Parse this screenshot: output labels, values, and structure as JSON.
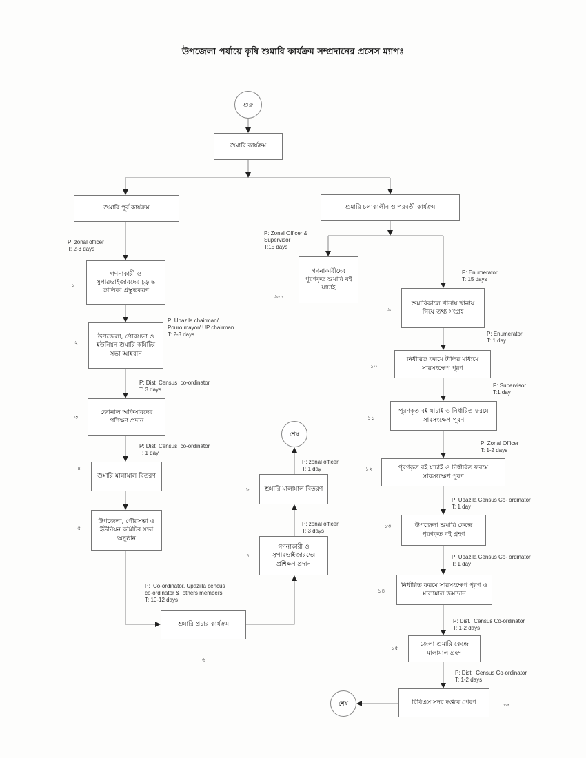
{
  "title": "উপজেলা পর্যায়ে কৃষি শুমারি কার্যক্রম সম্প্রদানের প্রসেস ম্যাপঃ",
  "start": "শুরু",
  "end": "শেষ",
  "root": "শুমারি কার্যক্রম",
  "pre": {
    "title": "শুমারি পূর্ব কার্যক্রম",
    "steps": [
      {
        "num": "১",
        "text": "গণনাকারী ও সুপারভাইজারদের চূড়ান্ত তালিকা প্রস্তুতকরণ",
        "note": "P: zonal officer\nT: 2-3 days"
      },
      {
        "num": "২",
        "text": "উপজেলা, পৌরসভা ও ইউনিয়ন শুমারি কমিটির সভা আহবান",
        "note": "P: Upazila chairman/\nPouro mayor/ UP chairman\nT: 2-3 days"
      },
      {
        "num": "৩",
        "text": "জোনাল অফিসারদের প্রশিক্ষণ প্রদান",
        "note": "P: Dist. Census  co-ordinator\nT: 3 days"
      },
      {
        "num": "৪",
        "text": "শুমারি মালামাল বিতরণ",
        "note": "P: Dist. Census  co-ordinator\nT: 1 day"
      },
      {
        "num": "৫",
        "text": "উপজেলা, পৌরসভা ও ইউনিয়ন কমিটির সভা অনুষ্ঠান"
      },
      {
        "text": "শুমারি প্রচার কার্যক্রম",
        "note": "P:  Co-ordinator, Upazilla cencus\nco-ordinator &  others members\nT: 10-12 days"
      },
      {
        "num": "৭",
        "text": "গণনাকারী ও সুপারভাইজারদের প্রশিক্ষণ প্রদান",
        "note": "P: zonal officer\nT: 3 days"
      },
      {
        "num": "৮",
        "text": "শুমারি মালামাল বিতরণ",
        "note": "P: zonal officer\nT: 1 day"
      }
    ]
  },
  "during": {
    "title": "শুমারি চলাকালীন  ও পরবর্তী কার্যক্রম",
    "side": {
      "num": "৯-১",
      "text": "গণনাকারীদের পূরণকৃত শুমারি বই যাচাই",
      "note": "P: Zonal Officer &\nSupervisor\nT:15 days"
    },
    "steps": [
      {
        "num": "৯",
        "text": "শুমারিকালে খানায় খানায় গিয়ে তথ্য সংগ্রহ",
        "note": "P: Enumerator\nT: 15 days"
      },
      {
        "num": "১০",
        "text": "নির্ধারিত ফরমে টালির মাধ্যমে সারসংক্ষেপ পূরণ",
        "note": "P: Enumerator\nT: 1 day"
      },
      {
        "num": "১১",
        "text": "পূরণকৃত বই যাচাই ও নির্ধারিত ফরমে সারসংক্ষেপ পূরণ",
        "note": "P: Supervisor\nT:1 day"
      },
      {
        "num": "১২",
        "text": "পূরণকৃত বই যাচাই ও নির্ধারিত ফরমে সারসংক্ষেপ পূরণ",
        "note": "P: Zonal Officer\nT: 1-2 days"
      },
      {
        "num": "১৩",
        "text": "উপজেলা শুমারি কেন্দ্রে পূরণকৃত বই গ্রহণ",
        "note": "P: Upazila Census Co- ordinator\nT: 1 day"
      },
      {
        "num": "১৪",
        "text": "নির্ধারিত ফরমে  সারসংক্ষেপ পূরণ ও মালামাল জমাদান",
        "note": "P: Upazila Census Co- ordinator\nT: 1 day"
      },
      {
        "num": "১৫",
        "text": "জেলা শুমারি কেন্দ্রে মালামাল গ্রহণ",
        "note": "P: Dist.  Census Co-ordinator\nT: 1-2 days"
      },
      {
        "num": "১৬",
        "text": "বিবিএস সদর দপ্তরে প্রেরণ",
        "note": "P: Dist.  Census Co-ordinator\nT: 1-2 days"
      }
    ]
  },
  "page_number": "৬"
}
